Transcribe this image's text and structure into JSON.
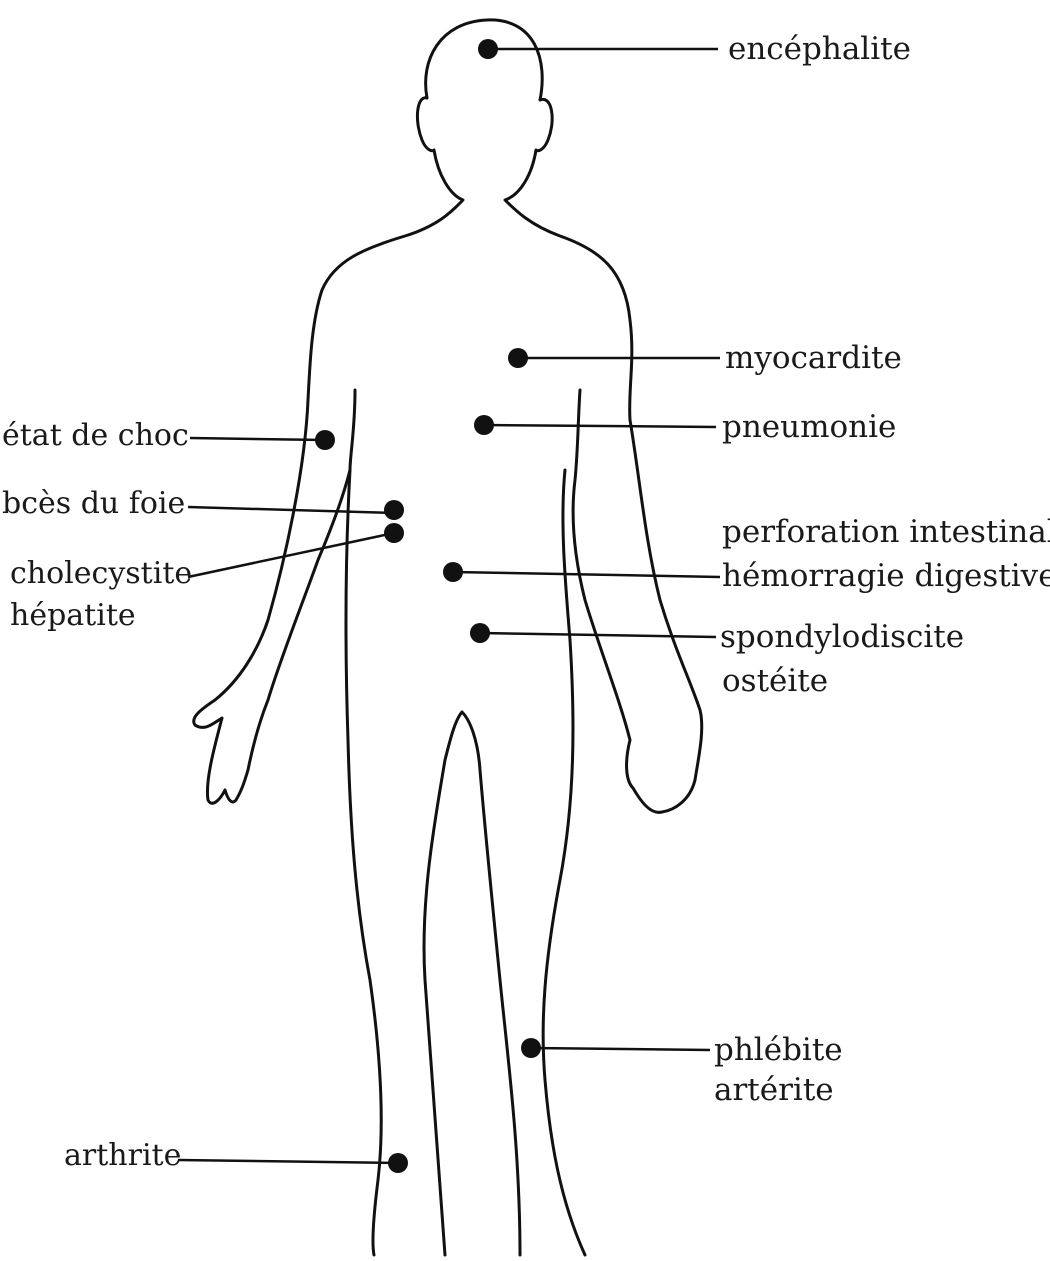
{
  "colors": {
    "ink": "#111111",
    "background": "#ffffff"
  },
  "labels": {
    "encephalite": "encéphalite",
    "myocardite": "myocardite",
    "pneumonie": "pneumonie",
    "perforation_intestinale": "perforation intestinale",
    "hemorragie_digestive": "hémorragie digestive",
    "spondylodiscite": "spondylodiscite",
    "osteite": "ostéite",
    "phlebite": "phlébite",
    "arterite": "artérite",
    "etat_de_choc": "état de choc",
    "abces_du_foie": "bcès du foie",
    "cholecystite": "cholecystite",
    "hepatite": "hépatite",
    "arthrite": "arthrite"
  }
}
